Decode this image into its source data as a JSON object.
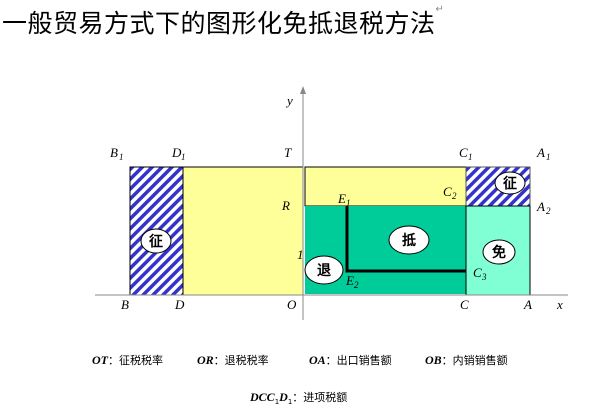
{
  "title": "一般贸易方式下的图形化免抵退税方法",
  "title_mark": "↵",
  "points": {
    "y": "y",
    "x": "x",
    "O": "O",
    "B": "B",
    "D": "D",
    "C": "C",
    "A": "A",
    "T": "T",
    "R": "R",
    "B1": "B",
    "D1": "D",
    "C1": "C",
    "A1": "A",
    "A2": "A",
    "C2": "C",
    "C3": "C",
    "E1": "E",
    "E2": "E",
    "one": "1",
    "sub1": "1",
    "sub2": "2",
    "sub3": "3"
  },
  "regions": {
    "zheng": "征",
    "tui": "退",
    "di": "抵",
    "mian": "免"
  },
  "legend": [
    {
      "key": "OT",
      "sep": "：",
      "text": "征税税率"
    },
    {
      "key": "OR",
      "sep": "：",
      "text": "退税税率"
    },
    {
      "key": "OA",
      "sep": "：",
      "text": "出口销售额"
    },
    {
      "key": "OB",
      "sep": "：",
      "text": "内销销售额"
    }
  ],
  "legend2": {
    "key": "DCC",
    "sub": "1",
    "key2": "D",
    "sub2": "1",
    "sep": "：",
    "text": "进项税额"
  },
  "colors": {
    "yellow": "#ffff99",
    "green": "#00cc99",
    "mint": "#80ffd4",
    "hatch": "#3333cc"
  }
}
